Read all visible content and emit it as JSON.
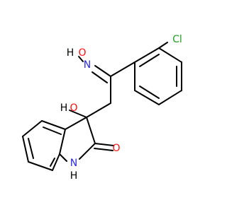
{
  "molecule": {
    "atoms": {
      "cl": "Cl",
      "o_oxime": "O",
      "h_oxime": "H",
      "n_oxime": "N",
      "o_hydroxy": "O",
      "h_hydroxy": "H",
      "o_carbonyl": "O",
      "n_ring": "N",
      "h_ring": "H"
    },
    "colors": {
      "bond": "#000000",
      "chlorine": "#1fa01f",
      "oxygen": "#ff0d0d",
      "nitrogen": "#2a2ae6",
      "hydrogen": "#000000"
    }
  }
}
